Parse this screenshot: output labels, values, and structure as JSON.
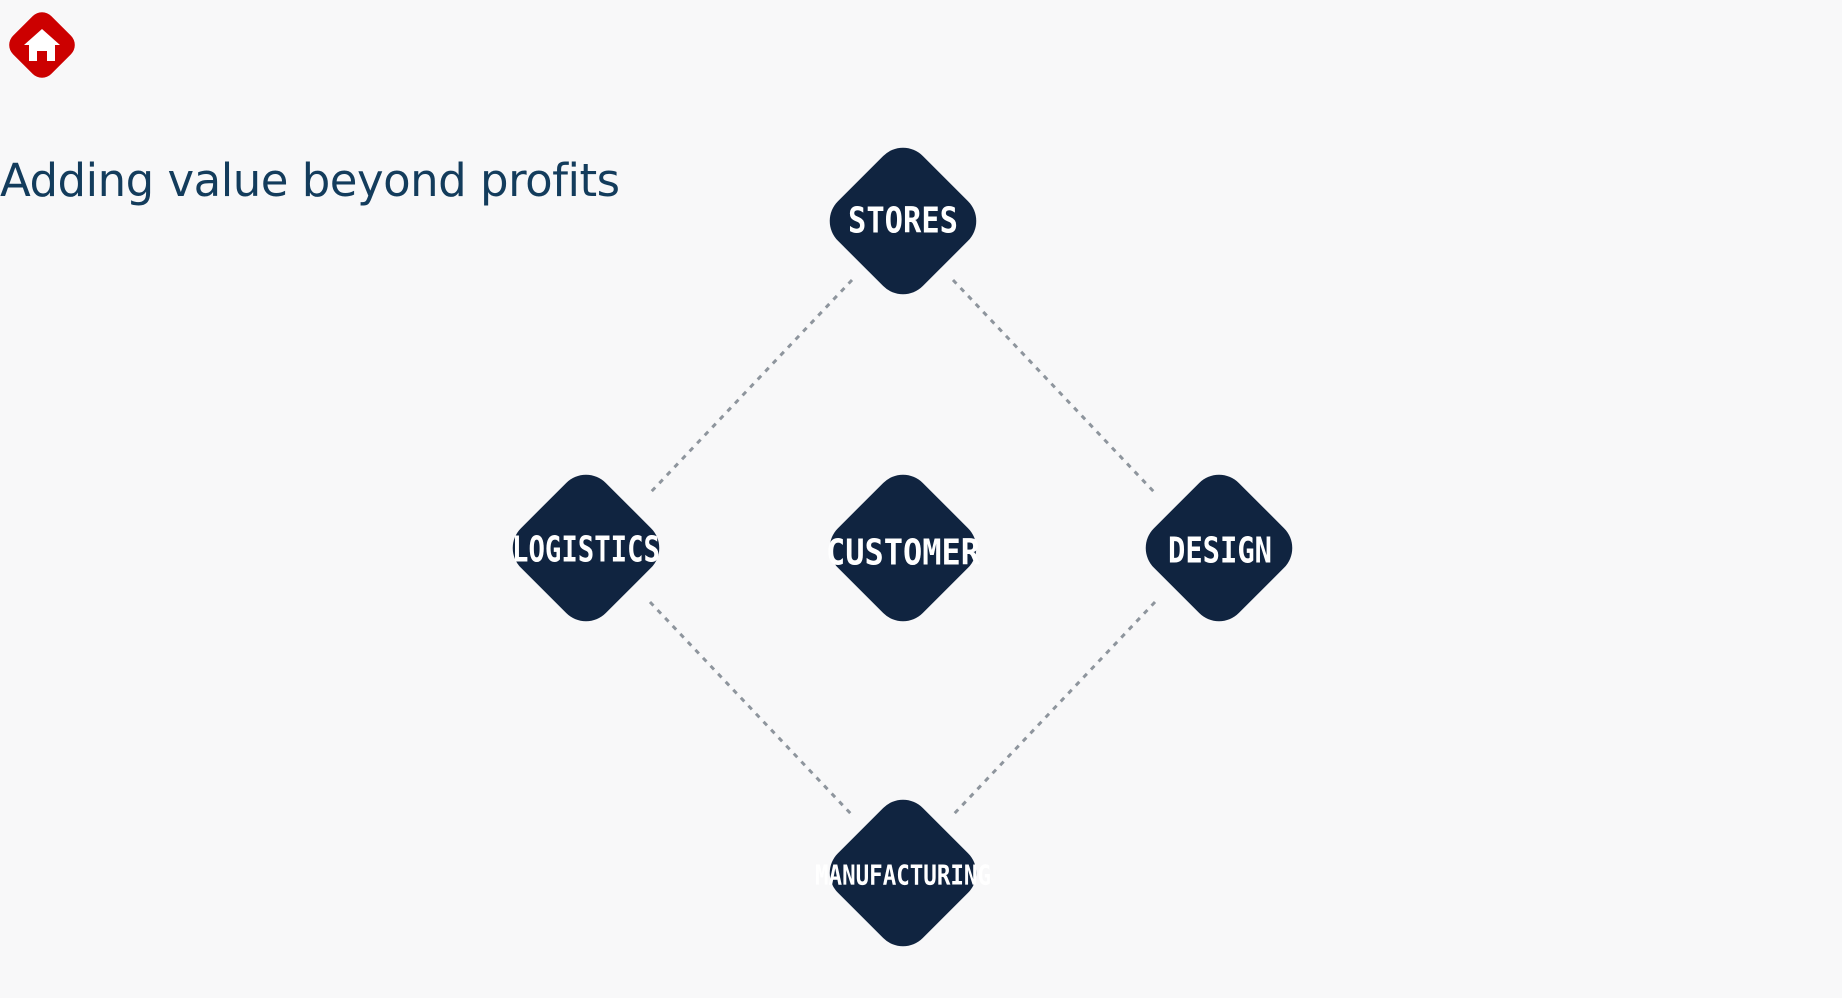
{
  "header": {
    "home_icon": "home-icon",
    "title": "Adding value beyond profits"
  },
  "diagram": {
    "colors": {
      "node_fill": "#102440",
      "node_text": "#ffffff",
      "connector": "#8e959d",
      "home_button": "#cc0000"
    },
    "center": {
      "label": "CUSTOMER"
    },
    "nodes": [
      {
        "key": "stores",
        "label": "STORES"
      },
      {
        "key": "logistics",
        "label": "LOGISTICS"
      },
      {
        "key": "design",
        "label": "DESIGN"
      },
      {
        "key": "manufacturing",
        "label": "MANUFACTURING"
      }
    ],
    "connections": [
      [
        "stores",
        "logistics"
      ],
      [
        "stores",
        "design"
      ],
      [
        "logistics",
        "manufacturing"
      ],
      [
        "design",
        "manufacturing"
      ]
    ]
  }
}
